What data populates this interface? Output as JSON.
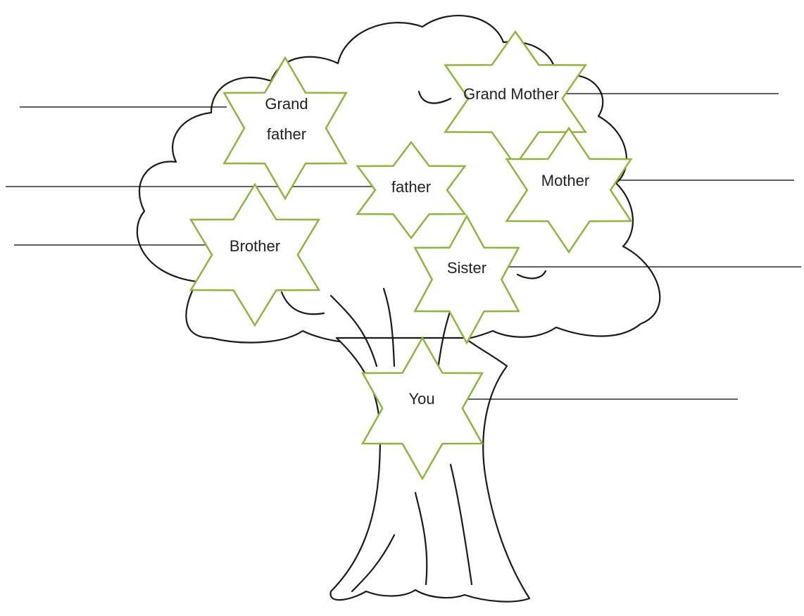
{
  "diagram": {
    "nodes": [
      {
        "id": "grandfather",
        "lines": [
          "Grand",
          "father"
        ]
      },
      {
        "id": "grandmother",
        "lines": [
          "Grand Mother"
        ]
      },
      {
        "id": "father",
        "lines": [
          "father"
        ]
      },
      {
        "id": "mother",
        "lines": [
          "Mother"
        ]
      },
      {
        "id": "brother",
        "lines": [
          "Brother"
        ]
      },
      {
        "id": "sister",
        "lines": [
          "Sister"
        ]
      },
      {
        "id": "you",
        "lines": [
          "You"
        ]
      }
    ],
    "colors": {
      "star_outline": "#8db43c",
      "tree_outline": "#1a1a1a",
      "leader": "#000000"
    }
  }
}
